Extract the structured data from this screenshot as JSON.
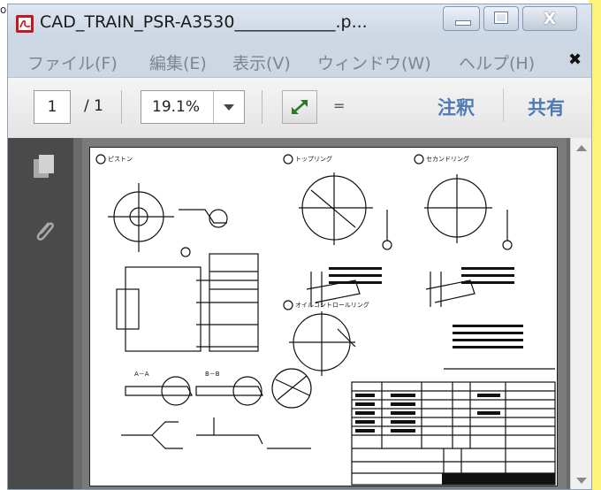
{
  "window": {
    "title": "CAD_TRAIN_PSR-A3530____________.p...",
    "controls": {
      "close_glyph": "X"
    }
  },
  "menubar": {
    "items": [
      "ファイル(F)",
      "編集(E)",
      "表示(V)",
      "ウィンドウ(W)",
      "ヘルプ(H)"
    ],
    "close_glyph": "✖"
  },
  "toolbar": {
    "page_current": "1",
    "page_total": "/ 1",
    "zoom": "19.1%",
    "more_glyph": "=",
    "annotate_label": "注釈",
    "share_label": "共有"
  },
  "colors": {
    "title_bar": "#cbd6e4",
    "toolbar_bg": "#e8e8e8",
    "accent_blue": "#4d7ab6",
    "viewer_bg": "#7a7a7a",
    "left_panel_bg": "#4a4a4a"
  },
  "left_panel": {
    "icons": [
      "pages-icon",
      "attachment-icon"
    ]
  },
  "document": {
    "labels": {
      "piston": "ピストン",
      "top_ring": "トップリング",
      "second_ring": "セカンドリング",
      "oil_ring": "オイルコントロールリング",
      "section_a": "A－A",
      "section_b": "B－B"
    }
  }
}
